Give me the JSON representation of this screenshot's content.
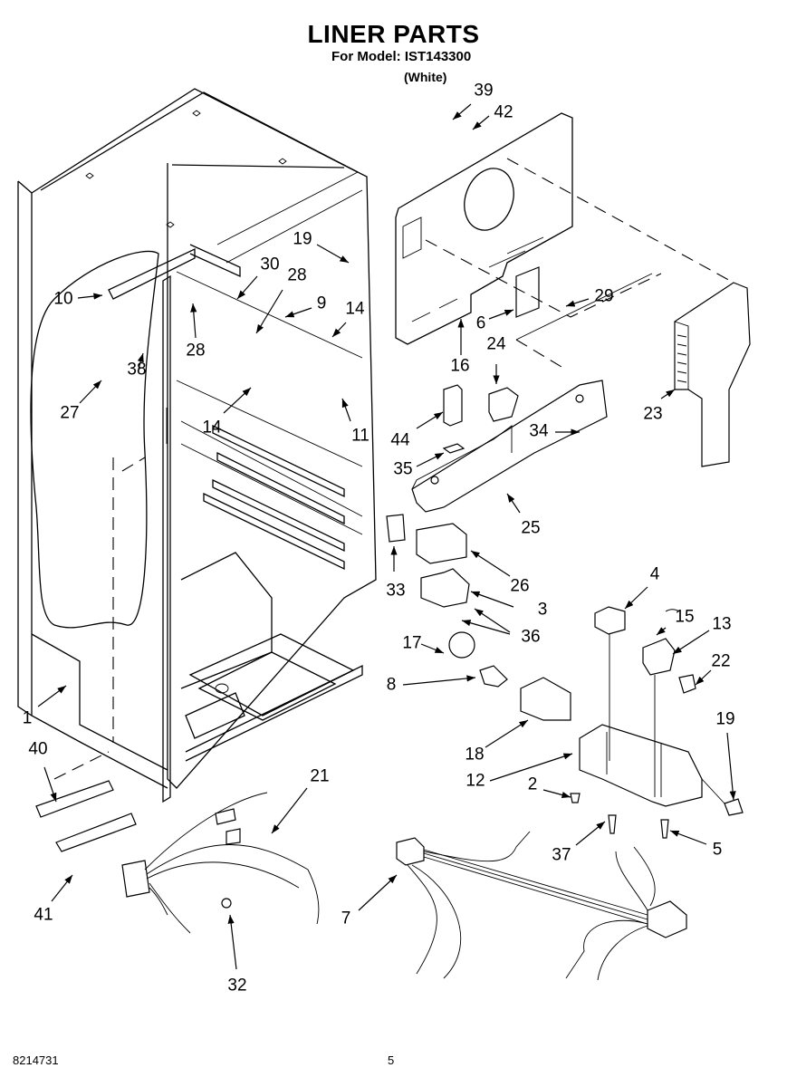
{
  "header": {
    "title": "LINER PARTS",
    "model_line": "For Model: IST143300",
    "color": "(White)"
  },
  "footer": {
    "document_number": "8214731",
    "page_number": "5"
  },
  "callouts": [
    {
      "id": "c39",
      "text": "39"
    },
    {
      "id": "c42",
      "text": "42"
    },
    {
      "id": "c19a",
      "text": "19"
    },
    {
      "id": "c30",
      "text": "30"
    },
    {
      "id": "c28a",
      "text": "28"
    },
    {
      "id": "c10",
      "text": "10"
    },
    {
      "id": "c9",
      "text": "9"
    },
    {
      "id": "c14a",
      "text": "14"
    },
    {
      "id": "c29",
      "text": "29"
    },
    {
      "id": "c6",
      "text": "6"
    },
    {
      "id": "c28b",
      "text": "28"
    },
    {
      "id": "c38",
      "text": "38"
    },
    {
      "id": "c16",
      "text": "16"
    },
    {
      "id": "c24",
      "text": "24"
    },
    {
      "id": "c23",
      "text": "23"
    },
    {
      "id": "c27",
      "text": "27"
    },
    {
      "id": "c14b",
      "text": "14"
    },
    {
      "id": "c11",
      "text": "11"
    },
    {
      "id": "c44",
      "text": "44"
    },
    {
      "id": "c34",
      "text": "34"
    },
    {
      "id": "c35",
      "text": "35"
    },
    {
      "id": "c25",
      "text": "25"
    },
    {
      "id": "c26",
      "text": "26"
    },
    {
      "id": "c33",
      "text": "33"
    },
    {
      "id": "c4",
      "text": "4"
    },
    {
      "id": "c3",
      "text": "3"
    },
    {
      "id": "c15",
      "text": "15"
    },
    {
      "id": "c13",
      "text": "13"
    },
    {
      "id": "c36",
      "text": "36"
    },
    {
      "id": "c17",
      "text": "17"
    },
    {
      "id": "c22",
      "text": "22"
    },
    {
      "id": "c8",
      "text": "8"
    },
    {
      "id": "c1",
      "text": "1"
    },
    {
      "id": "c19b",
      "text": "19"
    },
    {
      "id": "c40",
      "text": "40"
    },
    {
      "id": "c18",
      "text": "18"
    },
    {
      "id": "c21",
      "text": "21"
    },
    {
      "id": "c12",
      "text": "12"
    },
    {
      "id": "c2",
      "text": "2"
    },
    {
      "id": "c37",
      "text": "37"
    },
    {
      "id": "c5",
      "text": "5"
    },
    {
      "id": "c7",
      "text": "7"
    },
    {
      "id": "c41",
      "text": "41"
    },
    {
      "id": "c32",
      "text": "32"
    }
  ]
}
